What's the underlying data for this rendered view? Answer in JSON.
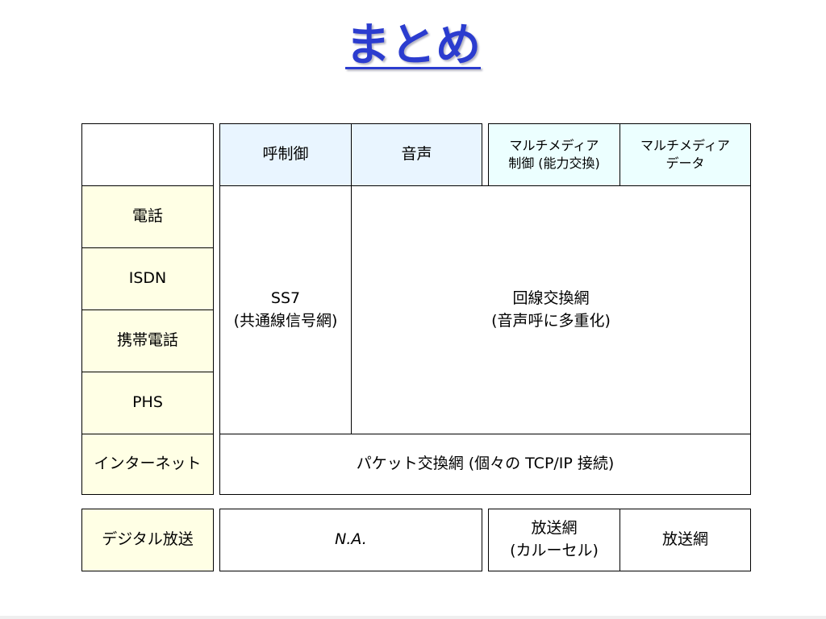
{
  "title": "まとめ",
  "header": {
    "call_control": "呼制御",
    "voice": "音声",
    "mm_control_line1": "マルチメディア",
    "mm_control_line2": "制御 (能力交換)",
    "mm_data_line1": "マルチメディア",
    "mm_data_line2": "データ"
  },
  "rows": {
    "telephone": "電話",
    "isdn": "ISDN",
    "mobile": "携帯電話",
    "phs": "PHS",
    "internet": "インターネット",
    "digital_broadcast": "デジタル放送"
  },
  "body": {
    "ss7_line1": "SS7",
    "ss7_line2": "(共通線信号網)",
    "circuit_line1": "回線交換網",
    "circuit_line2": "(音声呼に多重化)",
    "packet": "パケット交換網 (個々の TCP/IP 接続)",
    "na": "N.A.",
    "broadcast_carousel_line1": "放送網",
    "broadcast_carousel_line2": "(カルーセル)",
    "broadcast": "放送網"
  },
  "colors": {
    "title": "#2b3ccf",
    "row_header_bg": "#ffffe5",
    "col_header_blue": "#e9f5ff",
    "col_header_cyan": "#ecffff"
  }
}
